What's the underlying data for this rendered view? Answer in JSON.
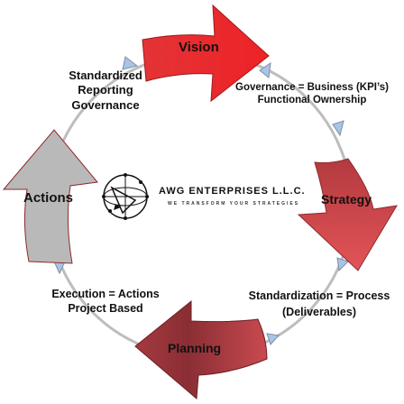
{
  "arrows": {
    "vision": "Vision",
    "strategy": "Strategy",
    "planning": "Planning",
    "actions": "Actions"
  },
  "labels": {
    "standardized_reporting": [
      "Standardized",
      "Reporting",
      "Governance"
    ],
    "governance": [
      "Governance = Business (KPI’s)",
      "Functional Ownership"
    ],
    "standardization": [
      "Standardization = Process",
      "(Deliverables)"
    ],
    "execution": [
      "Execution = Actions",
      "Project Based"
    ]
  },
  "logo": {
    "company": "AWG ENTERPRISES L.L.C.",
    "tagline": "WE TRANSFORM YOUR STRATEGIES"
  },
  "colors": {
    "vision": "#e8262a",
    "strategy": "#c8474a",
    "planning": "#a2383e",
    "actions": "#b9b9b9",
    "cycle": "#b5b5b5",
    "triangle": "#a9c4e6"
  }
}
